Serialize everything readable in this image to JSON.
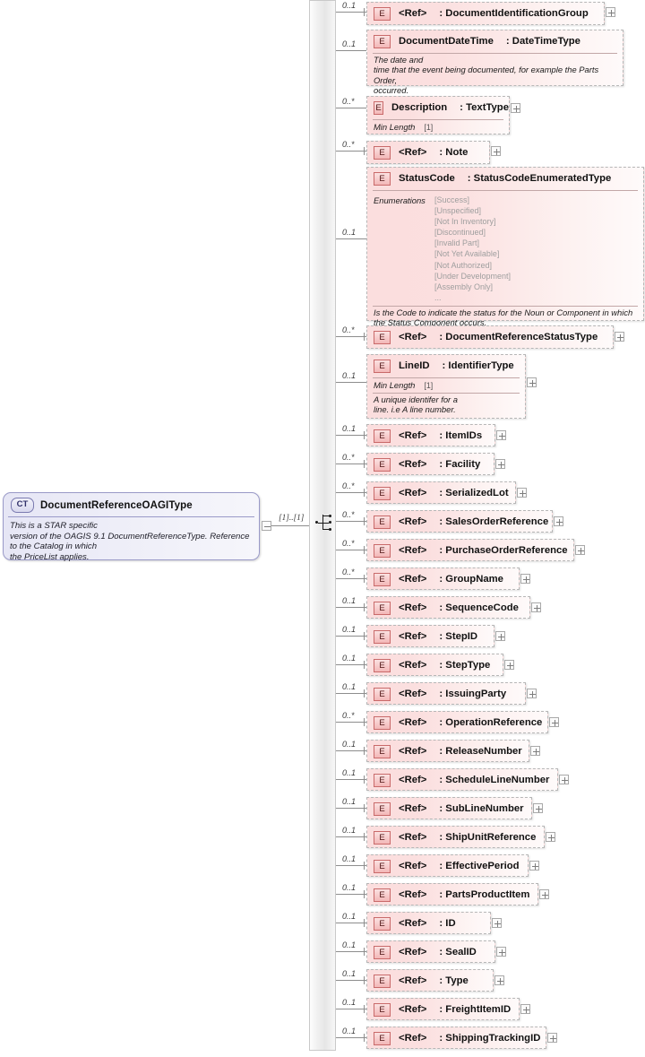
{
  "diagram": {
    "kind": "xsd-schema-diagram",
    "root_type": {
      "badge": "CT",
      "name": "DocumentReferenceOAGIType",
      "documentation": "This is a STAR specific\nversion of the OAGIS 9.1 DocumentReferenceType. Reference to the Catalog in which\nthe PriceList applies.",
      "cardinality": "[1]..[1]",
      "collapse_icon": "minus-expander"
    },
    "compositor": {
      "type": "sequence",
      "icon": "sequence-compositor-icon"
    },
    "ref_label": "<Ref>",
    "colon": ":",
    "children": [
      {
        "occurs": "0..1",
        "ref": true,
        "name": "<Ref>",
        "type": "DocumentIdentificationGroup",
        "expander": "plus"
      },
      {
        "occurs": "0..1",
        "ref": false,
        "name": "DocumentDateTime",
        "type": "DateTimeType",
        "expander": null,
        "documentation": "The date and\ntime that the event being documented, for example the Parts Order,\noccurred."
      },
      {
        "occurs": "0..*",
        "ref": false,
        "name": "Description",
        "type": "TextType",
        "expander": "plus",
        "facets": [
          {
            "label": "Min Length",
            "value": "[1]"
          }
        ]
      },
      {
        "occurs": "0..*",
        "ref": true,
        "name": "<Ref>",
        "type": "Note",
        "expander": "plus"
      },
      {
        "occurs": "0..1",
        "ref": false,
        "name": "StatusCode",
        "type": "StatusCodeEnumeratedType",
        "expander": null,
        "enumerations_label": "Enumerations",
        "enumerations": [
          "[Success]",
          "[Unspecified]",
          "[Not In Inventory]",
          "[Discontinued]",
          "[Invalid Part]",
          "[Not Yet Available]",
          "[Not Authorized]",
          "[Under Development]",
          "[Assembly Only]",
          "..."
        ],
        "documentation": "Is the Code to indicate the status for the Noun or Component in which the Status Component occurs."
      },
      {
        "occurs": "0..*",
        "ref": true,
        "name": "<Ref>",
        "type": "DocumentReferenceStatusType",
        "expander": "plus"
      },
      {
        "occurs": "0..1",
        "ref": false,
        "name": "LineID",
        "type": "IdentifierType",
        "expander": "plus",
        "facets": [
          {
            "label": "Min Length",
            "value": "[1]"
          }
        ],
        "documentation": "A unique identifer for a\nline. i.e A line number."
      },
      {
        "occurs": "0..1",
        "ref": true,
        "name": "<Ref>",
        "type": "ItemIDs",
        "expander": "plus"
      },
      {
        "occurs": "0..*",
        "ref": true,
        "name": "<Ref>",
        "type": "Facility",
        "expander": "plus"
      },
      {
        "occurs": "0..*",
        "ref": true,
        "name": "<Ref>",
        "type": "SerializedLot",
        "expander": "plus"
      },
      {
        "occurs": "0..*",
        "ref": true,
        "name": "<Ref>",
        "type": "SalesOrderReference",
        "expander": "plus"
      },
      {
        "occurs": "0..*",
        "ref": true,
        "name": "<Ref>",
        "type": "PurchaseOrderReference",
        "expander": "plus"
      },
      {
        "occurs": "0..*",
        "ref": true,
        "name": "<Ref>",
        "type": "GroupName",
        "expander": "plus"
      },
      {
        "occurs": "0..1",
        "ref": true,
        "name": "<Ref>",
        "type": "SequenceCode",
        "expander": "plus"
      },
      {
        "occurs": "0..1",
        "ref": true,
        "name": "<Ref>",
        "type": "StepID",
        "expander": "plus"
      },
      {
        "occurs": "0..1",
        "ref": true,
        "name": "<Ref>",
        "type": "StepType",
        "expander": "plus"
      },
      {
        "occurs": "0..1",
        "ref": true,
        "name": "<Ref>",
        "type": "IssuingParty",
        "expander": "plus"
      },
      {
        "occurs": "0..*",
        "ref": true,
        "name": "<Ref>",
        "type": "OperationReference",
        "expander": "plus"
      },
      {
        "occurs": "0..1",
        "ref": true,
        "name": "<Ref>",
        "type": "ReleaseNumber",
        "expander": "plus"
      },
      {
        "occurs": "0..1",
        "ref": true,
        "name": "<Ref>",
        "type": "ScheduleLineNumber",
        "expander": "plus"
      },
      {
        "occurs": "0..1",
        "ref": true,
        "name": "<Ref>",
        "type": "SubLineNumber",
        "expander": "plus"
      },
      {
        "occurs": "0..1",
        "ref": true,
        "name": "<Ref>",
        "type": "ShipUnitReference",
        "expander": "plus"
      },
      {
        "occurs": "0..1",
        "ref": true,
        "name": "<Ref>",
        "type": "EffectivePeriod",
        "expander": "plus"
      },
      {
        "occurs": "0..1",
        "ref": true,
        "name": "<Ref>",
        "type": "PartsProductItem",
        "expander": "plus"
      },
      {
        "occurs": "0..1",
        "ref": true,
        "name": "<Ref>",
        "type": "ID",
        "expander": "plus"
      },
      {
        "occurs": "0..1",
        "ref": true,
        "name": "<Ref>",
        "type": "SealID",
        "expander": "plus"
      },
      {
        "occurs": "0..1",
        "ref": true,
        "name": "<Ref>",
        "type": "Type",
        "expander": "plus"
      },
      {
        "occurs": "0..1",
        "ref": true,
        "name": "<Ref>",
        "type": "FreightItemID",
        "expander": "plus"
      },
      {
        "occurs": "0..1",
        "ref": true,
        "name": "<Ref>",
        "type": "ShippingTrackingID",
        "expander": "plus"
      }
    ],
    "colors": {
      "element_fill": "#fbdede",
      "element_border": "#b7b7b7",
      "element_badge_border": "#c96a6a",
      "type_fill": "#e6e6f5",
      "type_border": "#9a9ac8",
      "connector": "#8d8d8d",
      "bar_fill": "#ececec"
    }
  }
}
